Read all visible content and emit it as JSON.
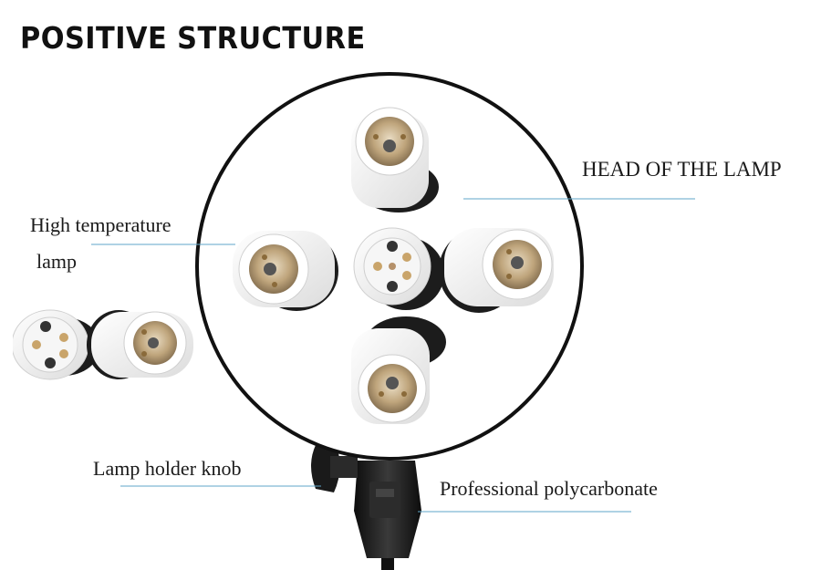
{
  "title": "POSITIVE STRUCTURE",
  "labels": {
    "head_of_lamp": "HEAD OF THE LAMP",
    "high_temperature_line1": "High temperature",
    "high_temperature_line2": "lamp",
    "lamp_holder_knob": "Lamp holder knob",
    "polycarbonate": "Professional polycarbonate"
  },
  "colors": {
    "background": "#ffffff",
    "leader_line": "#5fa6c8",
    "disc_rim": "#111111",
    "socket_white": "#f2f2f2",
    "socket_shadow": "#1c1c1c",
    "brass": "#c9a46a",
    "bracket": "#1e1e1e"
  }
}
